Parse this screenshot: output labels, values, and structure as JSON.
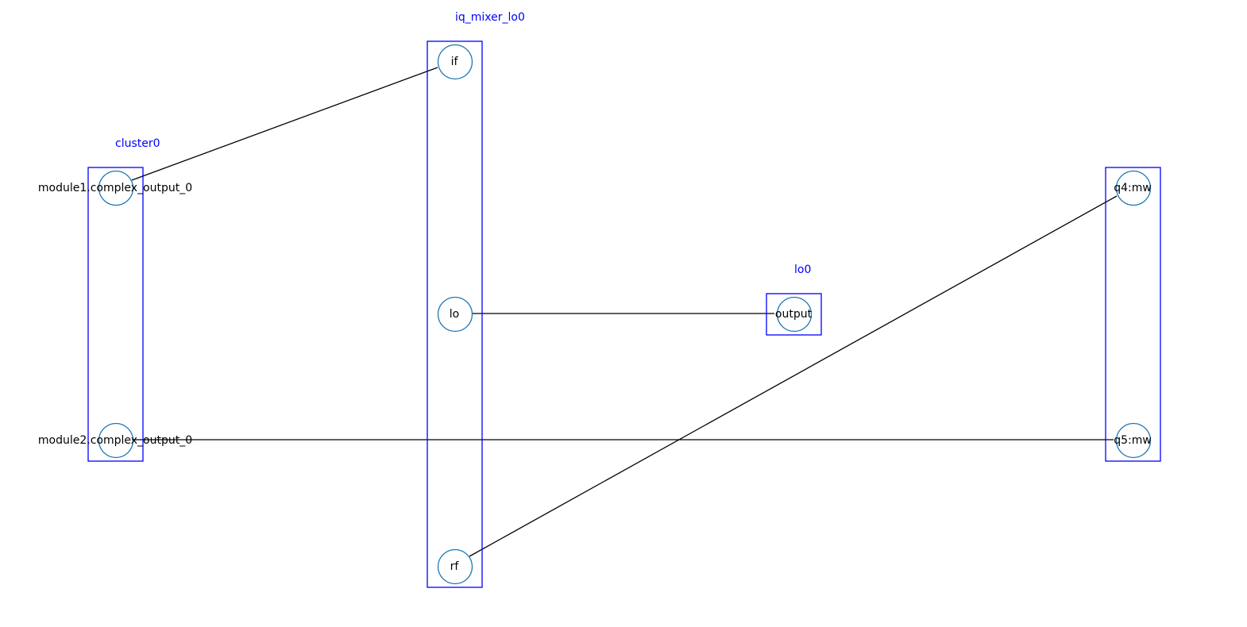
{
  "colors": {
    "group_border": "#0000ff",
    "group_label": "#0000ff",
    "node_border": "#1f77b4",
    "edge": "#000000",
    "text": "#000000",
    "background": "#ffffff"
  },
  "groups": [
    {
      "id": "cluster0",
      "label": "cluster0"
    },
    {
      "id": "iq_mixer_lo0",
      "label": "iq_mixer_lo0"
    },
    {
      "id": "lo0",
      "label": "lo0"
    },
    {
      "id": "qubits",
      "label": ""
    }
  ],
  "nodes": [
    {
      "id": "cluster0.module1.complex_output_0",
      "group": "cluster0",
      "label": "module1.complex_output_0"
    },
    {
      "id": "cluster0.module2.complex_output_0",
      "group": "cluster0",
      "label": "module2.complex_output_0"
    },
    {
      "id": "iq_mixer_lo0.if",
      "group": "iq_mixer_lo0",
      "label": "if"
    },
    {
      "id": "iq_mixer_lo0.lo",
      "group": "iq_mixer_lo0",
      "label": "lo"
    },
    {
      "id": "iq_mixer_lo0.rf",
      "group": "iq_mixer_lo0",
      "label": "rf"
    },
    {
      "id": "lo0.output",
      "group": "lo0",
      "label": "output"
    },
    {
      "id": "q4:mw",
      "group": "qubits",
      "label": "q4:mw"
    },
    {
      "id": "q5:mw",
      "group": "qubits",
      "label": "q5:mw"
    }
  ],
  "edges": [
    {
      "from": "cluster0.module1.complex_output_0",
      "to": "iq_mixer_lo0.if"
    },
    {
      "from": "iq_mixer_lo0.lo",
      "to": "lo0.output"
    },
    {
      "from": "iq_mixer_lo0.rf",
      "to": "q4:mw"
    },
    {
      "from": "cluster0.module2.complex_output_0",
      "to": "q5:mw"
    }
  ]
}
